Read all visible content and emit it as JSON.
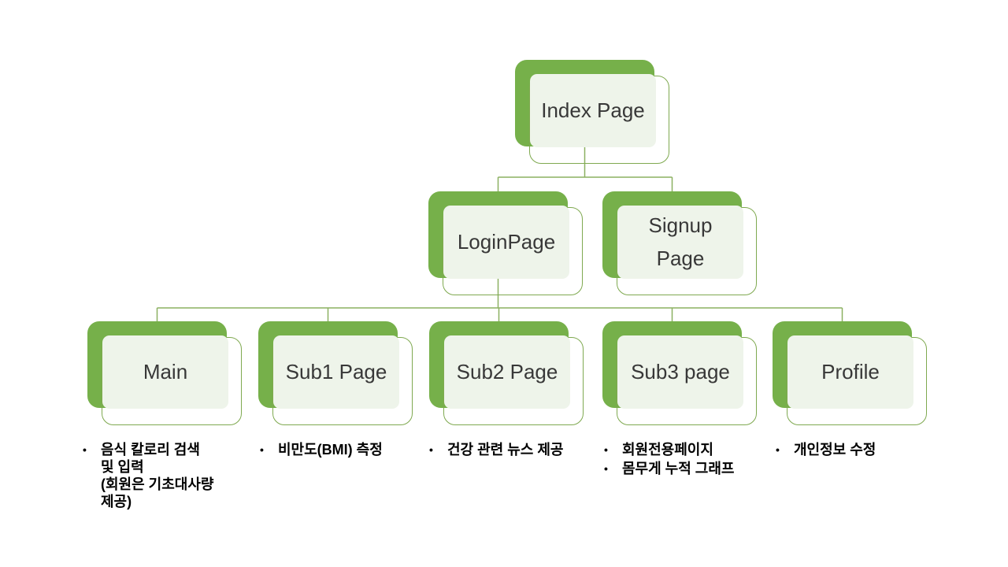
{
  "colors": {
    "node_green": "#76b04a",
    "node_face": "#eef4ea",
    "node_border": "#7fa950",
    "connector": "#8cb061",
    "label_text": "#383838",
    "bullet_text": "#000000"
  },
  "nodes": {
    "index": {
      "label": "Index Page"
    },
    "login": {
      "label": "LoginPage"
    },
    "signup": {
      "label": "Signup Page"
    },
    "main": {
      "label": "Main"
    },
    "sub1": {
      "label": "Sub1 Page"
    },
    "sub2": {
      "label": "Sub2 Page"
    },
    "sub3": {
      "label": "Sub3 page"
    },
    "profile": {
      "label": "Profile"
    }
  },
  "bullets": {
    "main": [
      "음식 칼로리 검색\n및 입력\n(회원은 기초대사량\n제공)"
    ],
    "sub1": [
      "비만도(BMI) 측정"
    ],
    "sub2": [
      "건강 관련 뉴스 제공"
    ],
    "sub3": [
      "회원전용페이지",
      "몸무게 누적 그래프"
    ],
    "profile": [
      "개인정보 수정"
    ]
  }
}
